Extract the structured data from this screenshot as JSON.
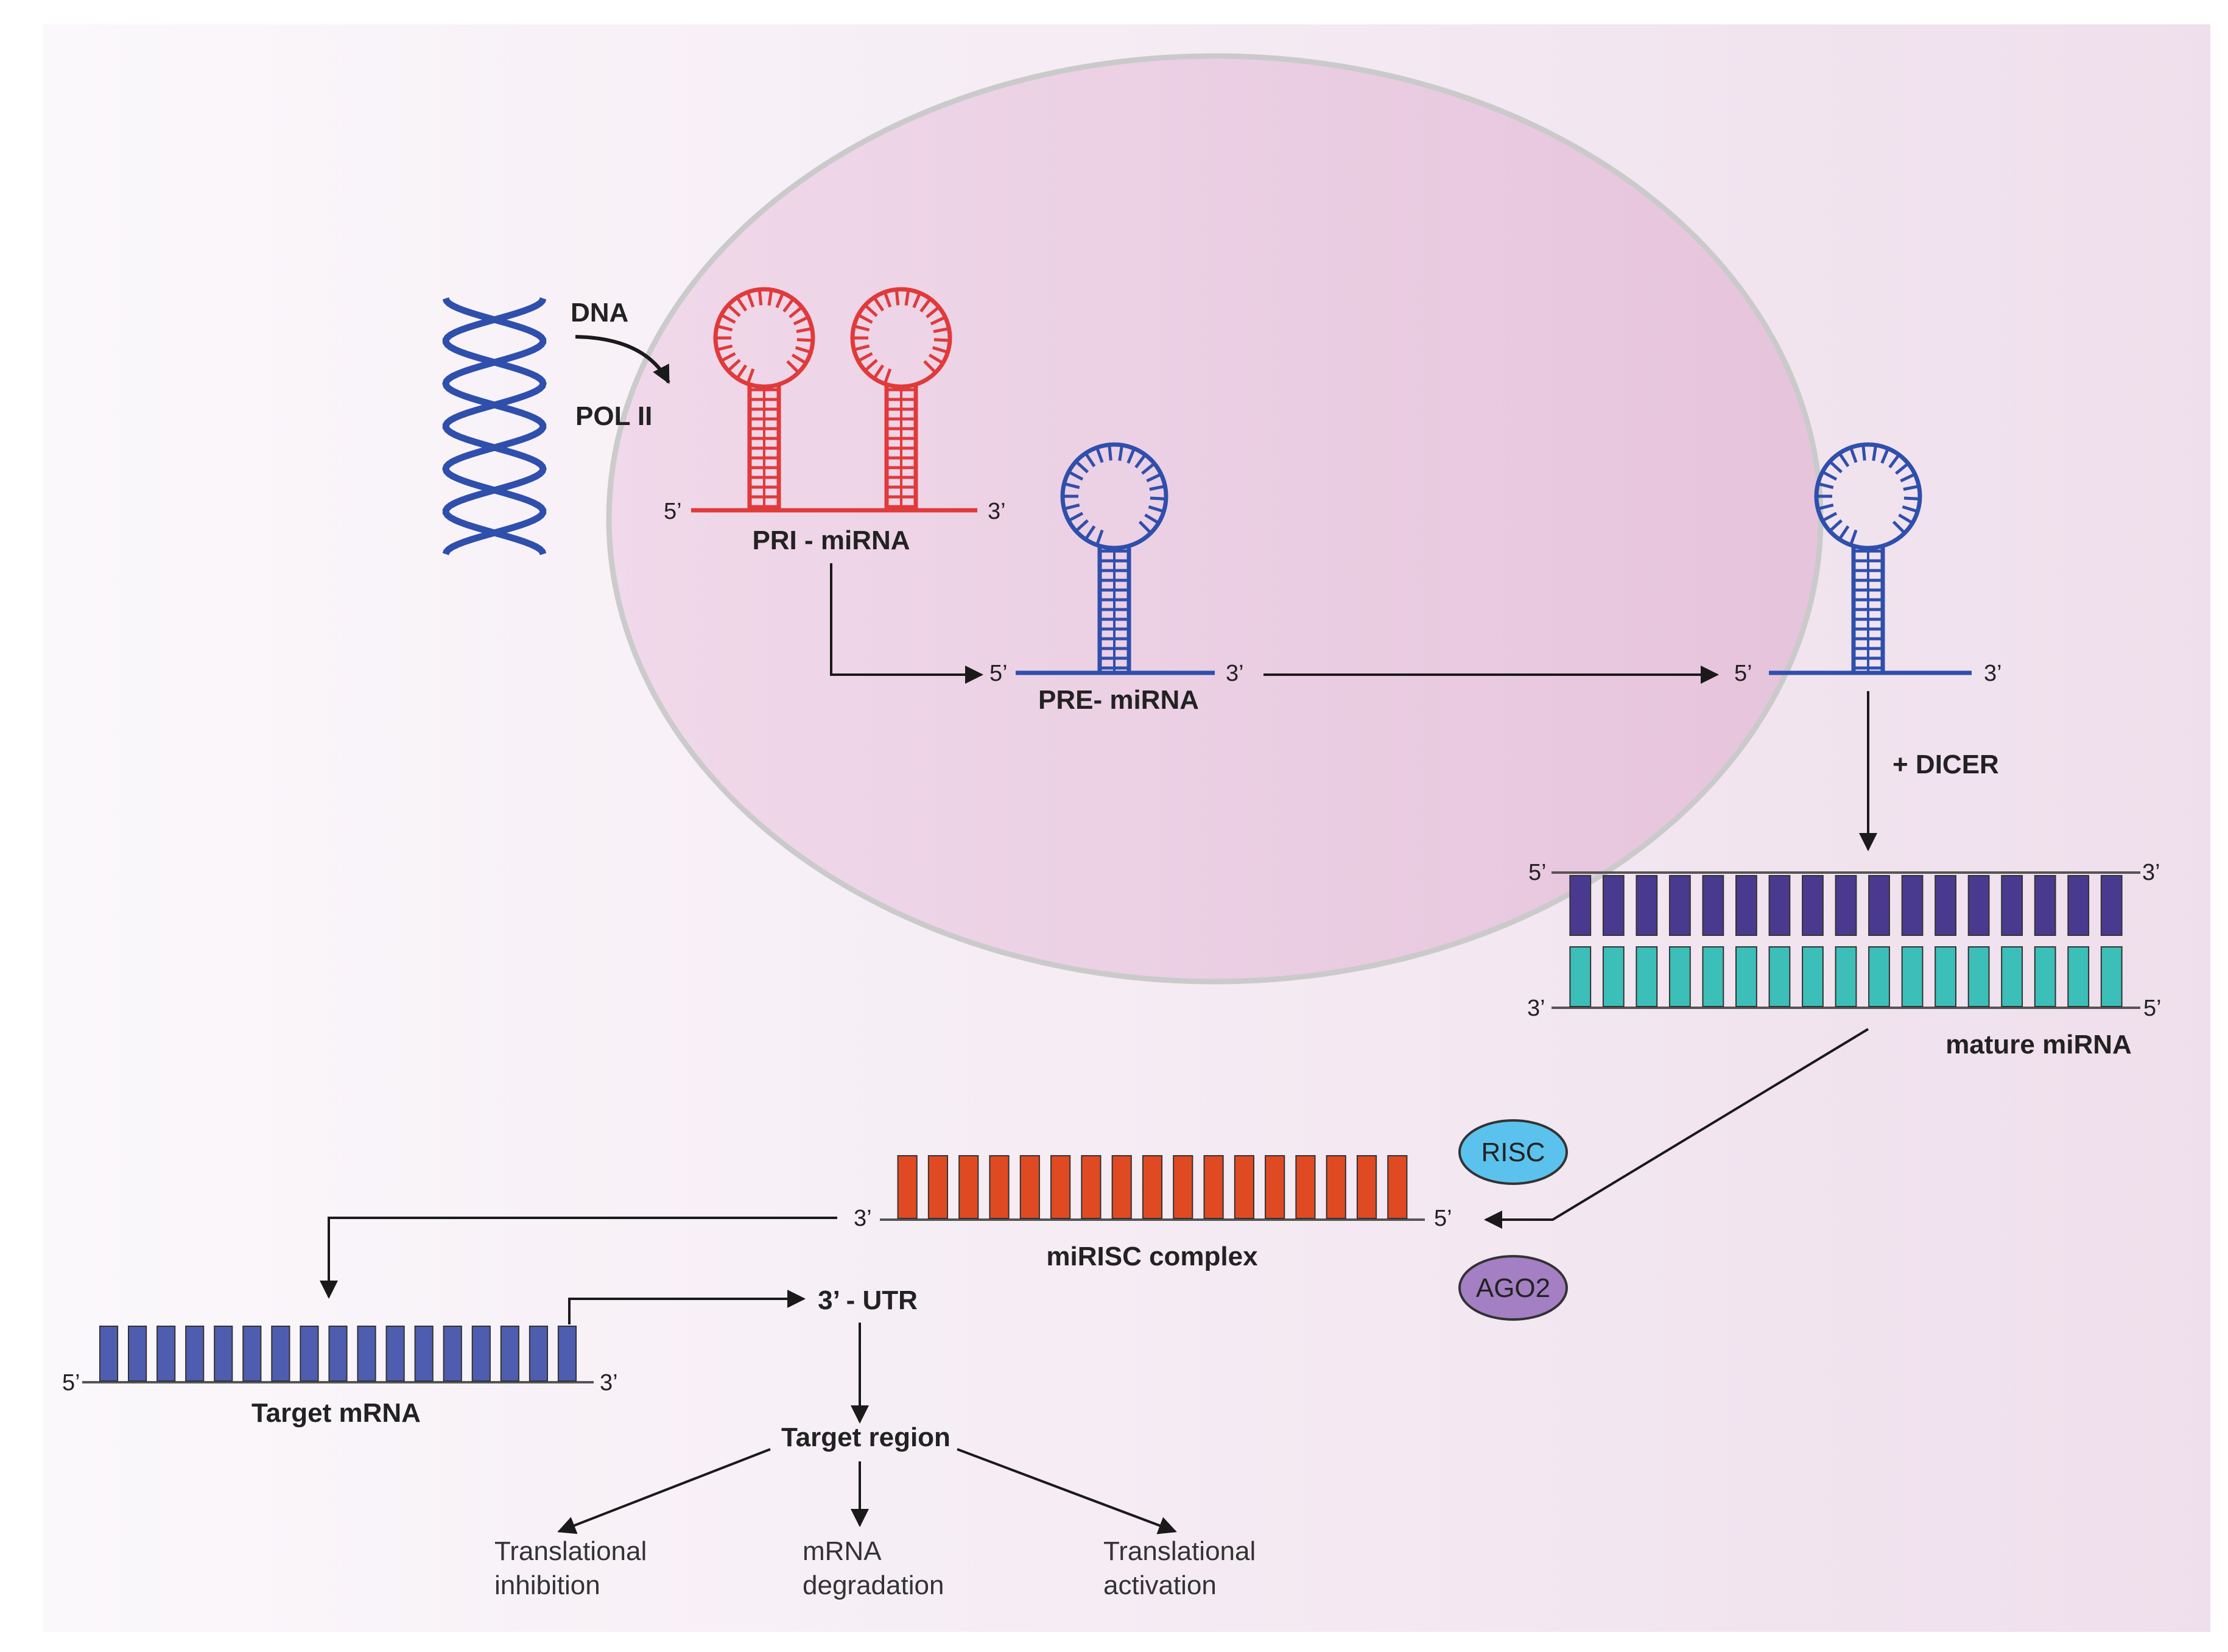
{
  "colors": {
    "pri_rna": "#e03a3a",
    "pre_rna": "#2f4fad",
    "dna": "#2f4fad",
    "mature_top": "#4a3a8f",
    "mature_bottom": "#3cbfb8",
    "mirisc": "#e04a22",
    "target": "#4f5db0",
    "risc_fill": "#5bc2ee",
    "ago2_fill": "#a47fc4",
    "nucleus": "#e7c6de"
  },
  "labels": {
    "dna": "DNA",
    "pol": "POL II",
    "pri": "PRI - miRNA",
    "pre": "PRE- miRNA",
    "dicer": "+ DICER",
    "mature": "mature miRNA",
    "risc": "RISC",
    "ago2": "AGO2",
    "mirisc": "miRISC complex",
    "target_mrna": "Target mRNA",
    "utr": "3’ - UTR",
    "target_region": "Target region",
    "five": "5’",
    "three": "3’"
  },
  "outcomes": [
    {
      "line1": "Translational",
      "line2": "inhibition"
    },
    {
      "line1": "mRNA",
      "line2": "degradation"
    },
    {
      "line1": "Translational",
      "line2": "activation"
    }
  ]
}
